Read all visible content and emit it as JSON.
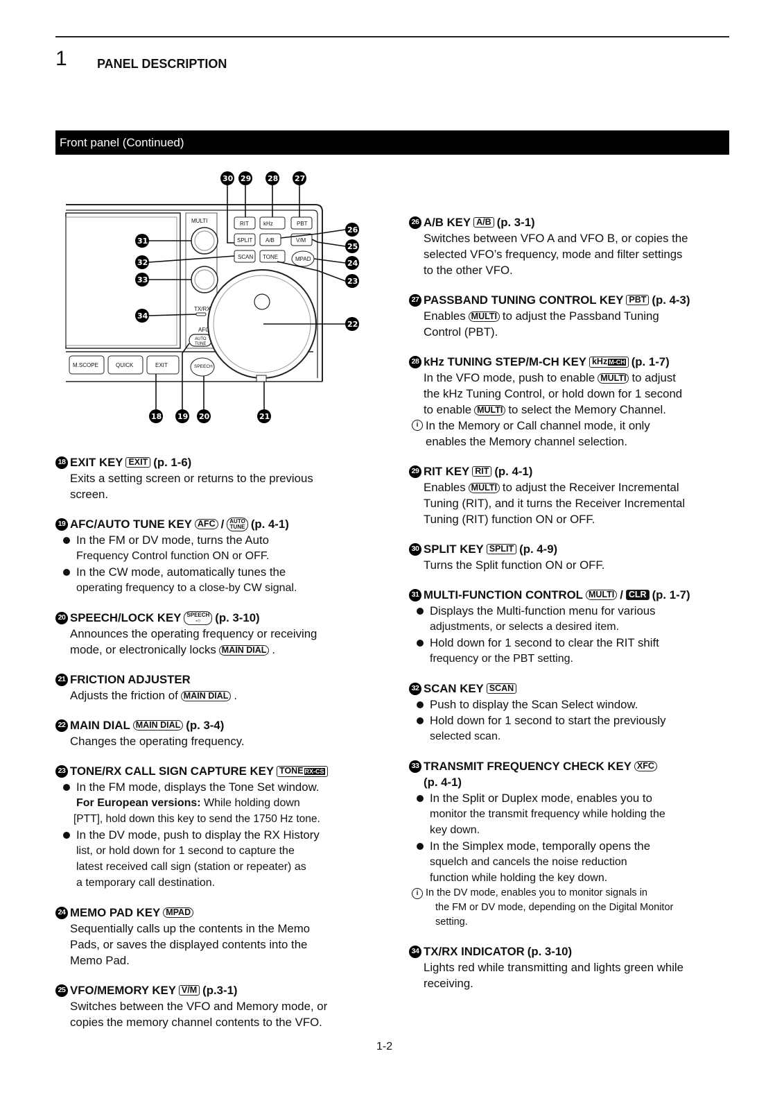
{
  "header": {
    "chapter_number": "1",
    "chapter_title": "PANEL DESCRIPTION"
  },
  "section": {
    "title": "Front panel (Continued)"
  },
  "diagram": {
    "top_callouts": [
      "30",
      "29",
      "28",
      "27"
    ],
    "right_callouts": [
      "26",
      "25",
      "24",
      "23",
      "22"
    ],
    "left_callouts": [
      "31",
      "32",
      "33",
      "34"
    ],
    "bottom_callouts": [
      "18",
      "19",
      "20",
      "21"
    ],
    "labels": {
      "multi": "MULTI",
      "rit": "RIT",
      "khz": "kHz",
      "pbt": "PBT",
      "split": "SPLIT",
      "ab": "A/B",
      "vm": "V/M",
      "scan": "SCAN",
      "tone": "TONE",
      "mpad": "MPAD",
      "txrx": "TX/RX",
      "afc": "AFC",
      "auto": "AUTO",
      "tune": "TUNE",
      "mscope": "M.SCOPE",
      "quick": "QUICK",
      "exit": "EXIT",
      "speech": "SPEECH"
    }
  },
  "left_items": [
    {
      "num": "18",
      "title": "EXIT KEY",
      "key": "EXIT",
      "ref": "(p. 1-6)",
      "lines": [
        "Exits a setting screen or returns to the previous",
        "screen."
      ]
    },
    {
      "num": "19",
      "title": "AFC/AUTO TUNE KEY",
      "key": "AFC",
      "key2_top": "AUTO",
      "key2_bottom": "TUNE",
      "ref": "(p. 4-1)",
      "b1": "In the FM or DV mode, turns the Auto",
      "b1b": "Frequency Control function ON or OFF.",
      "b2": "In the CW mode, automatically tunes the",
      "b2b": "operating frequency to a close-by CW signal."
    },
    {
      "num": "20",
      "title": "SPEECH/LOCK KEY",
      "key_top": "SPEECH",
      "key_bottom": "-○",
      "ref": "(p. 3-10)",
      "l1": "Announces the operating frequency or receiving",
      "l2": "mode, or electronically locks",
      "key_inline": "MAIN DIAL",
      "l2end": "."
    },
    {
      "num": "21",
      "title": "FRICTION ADJUSTER",
      "l1": "Adjusts the friction of",
      "key_inline": "MAIN DIAL",
      "l1end": "."
    },
    {
      "num": "22",
      "title": "MAIN DIAL",
      "key": "MAIN DIAL",
      "ref": "(p. 3-4)",
      "l1": "Changes the operating frequency."
    },
    {
      "num": "23",
      "title": "TONE/RX CALL SIGN CAPTURE KEY",
      "key": "TONE",
      "key_sub": "RX-CS",
      "b1": "In the FM mode, displays the Tone Set window.",
      "euro_label": "For European versions:",
      "euro_text": "While holding down",
      "euro_2": "[PTT], hold down this key to send the 1750 Hz tone.",
      "b2": "In the DV mode, push to display the RX History",
      "b2b": "list, or hold down for 1 second to capture the",
      "b2c": "latest received call sign (station or repeater) as",
      "b2d": "a temporary call destination."
    },
    {
      "num": "24",
      "title": "MEMO PAD KEY",
      "key": "MPAD",
      "l1": "Sequentially calls up the contents in the Memo",
      "l2": "Pads, or saves the displayed contents into the",
      "l3": "Memo Pad."
    },
    {
      "num": "25",
      "title": "VFO/MEMORY KEY",
      "key": "V/M",
      "ref": "(p.3-1)",
      "l1": "Switches between the VFO and Memory mode, or",
      "l2": "copies the memory channel contents to the VFO."
    }
  ],
  "right_items": [
    {
      "num": "26",
      "title": "A/B KEY",
      "key": "A/B",
      "ref": "(p. 3-1)",
      "l1": "Switches between VFO A and VFO B, or copies the",
      "l2": "selected VFO’s frequency, mode and filter settings",
      "l3": "to the other VFO."
    },
    {
      "num": "27",
      "title": "PASSBAND TUNING CONTROL KEY",
      "key": "PBT",
      "ref": "(p. 4-3)",
      "l1a": "Enables",
      "key_inline": "MULTI",
      "l1b": "to adjust the Passband Tuning",
      "l2": "Control (PBT)."
    },
    {
      "num": "28",
      "title": "kHz TUNING STEP/M-CH KEY",
      "key": "kHz",
      "key_sub": "M-CH",
      "ref": "(p. 1-7)",
      "l1a": "In the VFO mode, push to enable",
      "key_inline": "MULTI",
      "l1b": "to adjust",
      "l2": "the kHz Tuning Control, or hold down for 1 second",
      "l3a": "to enable",
      "l3b": "to select the Memory Channel.",
      "note1": "In the Memory or Call channel mode, it only",
      "note2": "enables the Memory channel selection."
    },
    {
      "num": "29",
      "title": "RIT KEY",
      "key": "RIT",
      "ref": "(p. 4-1)",
      "l1a": "Enables",
      "key_inline": "MULTI",
      "l1b": "to adjust the Receiver Incremental",
      "l2": "Tuning (RIT), and it turns the Receiver Incremental",
      "l3": "Tuning (RIT) function ON or OFF."
    },
    {
      "num": "30",
      "title": "SPLIT KEY",
      "key": "SPLIT",
      "ref": "(p. 4-9)",
      "l1": "Turns the Split function ON or OFF."
    },
    {
      "num": "31",
      "title": "MULTI-FUNCTION CONTROL",
      "key": "MULTI",
      "key2": "CLR",
      "ref": "(p. 1-7)",
      "b1": "Displays the Multi-function menu for various",
      "b1b": "adjustments, or selects a desired item.",
      "b2": "Hold down for 1 second to clear the RIT shift",
      "b2b": "frequency or the PBT setting."
    },
    {
      "num": "32",
      "title": "SCAN KEY",
      "key": "SCAN",
      "b1": "Push to display the Scan Select window.",
      "b2": "Hold down for 1 second to start the previously",
      "b2b": "selected scan."
    },
    {
      "num": "33",
      "title": "TRANSMIT FREQUENCY CHECK KEY",
      "key": "XFC",
      "ref": "(p. 4-1)",
      "b1": "In the Split or Duplex mode, enables you to",
      "b1b": "monitor the transmit frequency while holding the",
      "b1c": "key down.",
      "b2": "In the Simplex mode, temporally opens the",
      "b2b": "squelch and cancels the noise reduction",
      "b2c": "function while holding the key down.",
      "note1": "In the DV mode, enables you to monitor signals in",
      "note2": "the FM or DV mode, depending on the Digital Monitor",
      "note3": "setting."
    },
    {
      "num": "34",
      "title": "TX/RX INDICATOR",
      "ref": "(p. 3-10)",
      "l1": "Lights red while transmitting and lights green while",
      "l2": "receiving."
    }
  ],
  "footer": {
    "page": "1-2"
  }
}
